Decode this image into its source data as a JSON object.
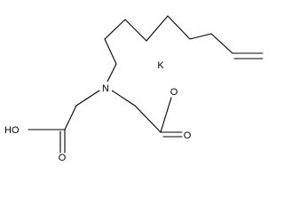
{
  "molecule": {
    "atoms": {
      "nitrogen": "N",
      "hydroxyl": "HO",
      "carbonyl_left": "O",
      "ester_oxygen": "O",
      "carbonyl_right": "O",
      "potassium": "K"
    }
  }
}
